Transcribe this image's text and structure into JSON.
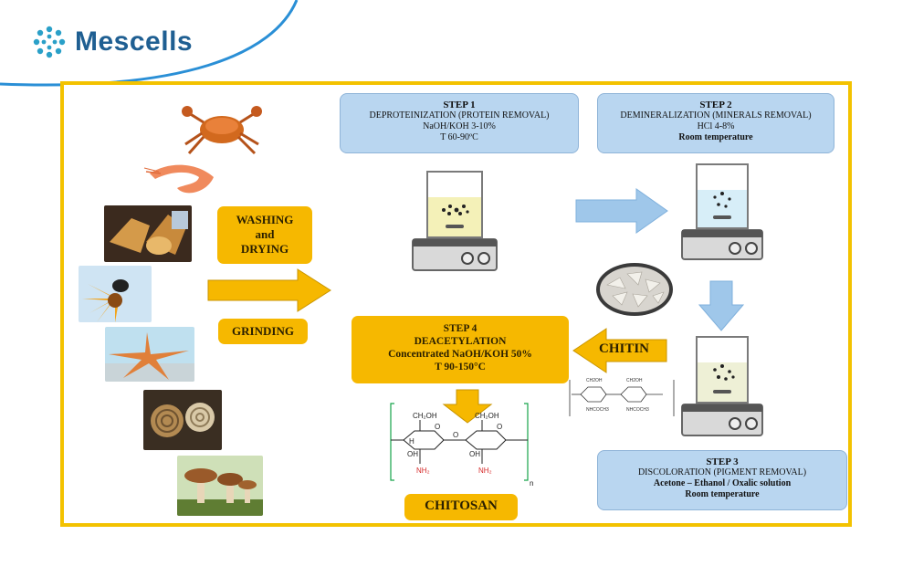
{
  "brand": {
    "name": "Mescells",
    "accent": "#1f5f92",
    "swoosh": "#2a8fd6"
  },
  "left_process": {
    "washing": "WASHING\nand\nDRYING",
    "washing_lines": [
      "WASHING",
      "and",
      "DRYING"
    ],
    "grinding": "GRINDING"
  },
  "step1": {
    "title": "STEP 1",
    "name": "DEPROTEINIZATION (PROTEIN REMOVAL)",
    "reagent": "NaOH/KOH 3-10%",
    "temp": "T 60-90ºC"
  },
  "step2": {
    "title": "STEP 2",
    "name": "DEMINERALIZATION (MINERALS REMOVAL)",
    "reagent": "HCl 4-8%",
    "temp": "Room temperature"
  },
  "step3": {
    "title": "STEP 3",
    "name": "DISCOLORATION (PIGMENT REMOVAL)",
    "reagent": "Acetone – Ethanol / Oxalic solution",
    "temp": "Room temperature"
  },
  "step4": {
    "title": "STEP 4",
    "name": "DEACETYLATION",
    "reagent": "Concentrated NaOH/KOH 50%",
    "temp": "T 90-150°C"
  },
  "chitin_label": "CHITIN",
  "chitosan_label": "CHITOSAN",
  "chitosan_structure": {
    "ch2oh_1": "CH₂OH",
    "ch2oh_2": "CH₂OH",
    "nh2_1": "NH₂",
    "nh2_2": "NH₂",
    "oh_1": "OH",
    "oh_2": "OH",
    "o_ring_1": "O",
    "o_ring_2": "O",
    "o_bridge": "O",
    "h": "H",
    "n": "n"
  },
  "colors": {
    "frame": "#f3c200",
    "orange": "#f6b800",
    "step_blue": "#b9d6f0",
    "arrow_blue": "#9fc7ea",
    "amine_red": "#d62b2b"
  },
  "sources_icons": [
    "crab-image",
    "shrimp-image",
    "mollusc-image",
    "beetle-image",
    "starfish-image",
    "ammonite-fossil-image",
    "mushroom-image"
  ]
}
